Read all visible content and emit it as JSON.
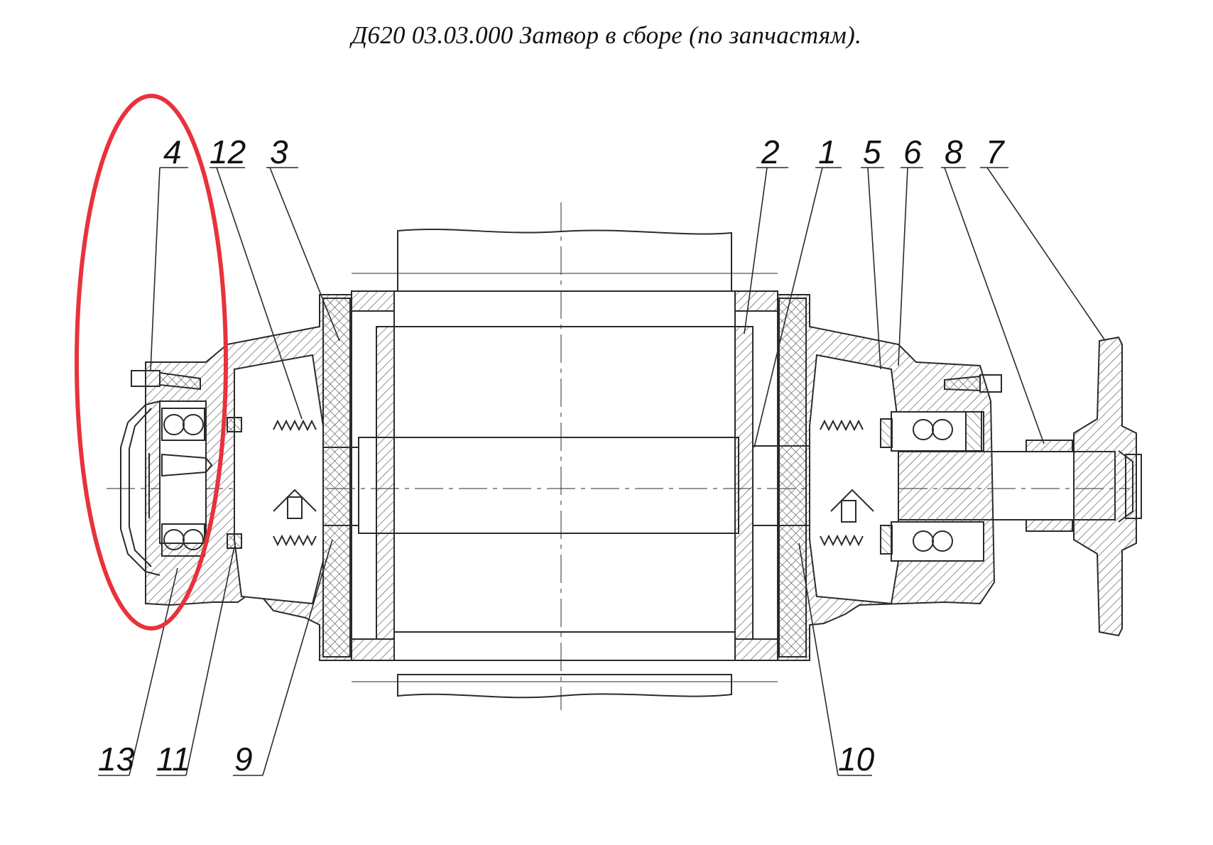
{
  "drawing": {
    "title": "Д620 03.03.000 Затвор в сборе (по запчастям).",
    "highlight_color": "#e8323c",
    "line_color": "#2b2b2b",
    "callouts": {
      "top": [
        "4",
        "12",
        "3",
        "2",
        "1",
        "5",
        "6",
        "8",
        "7"
      ],
      "bottom": [
        "13",
        "11",
        "9",
        "10"
      ]
    }
  }
}
